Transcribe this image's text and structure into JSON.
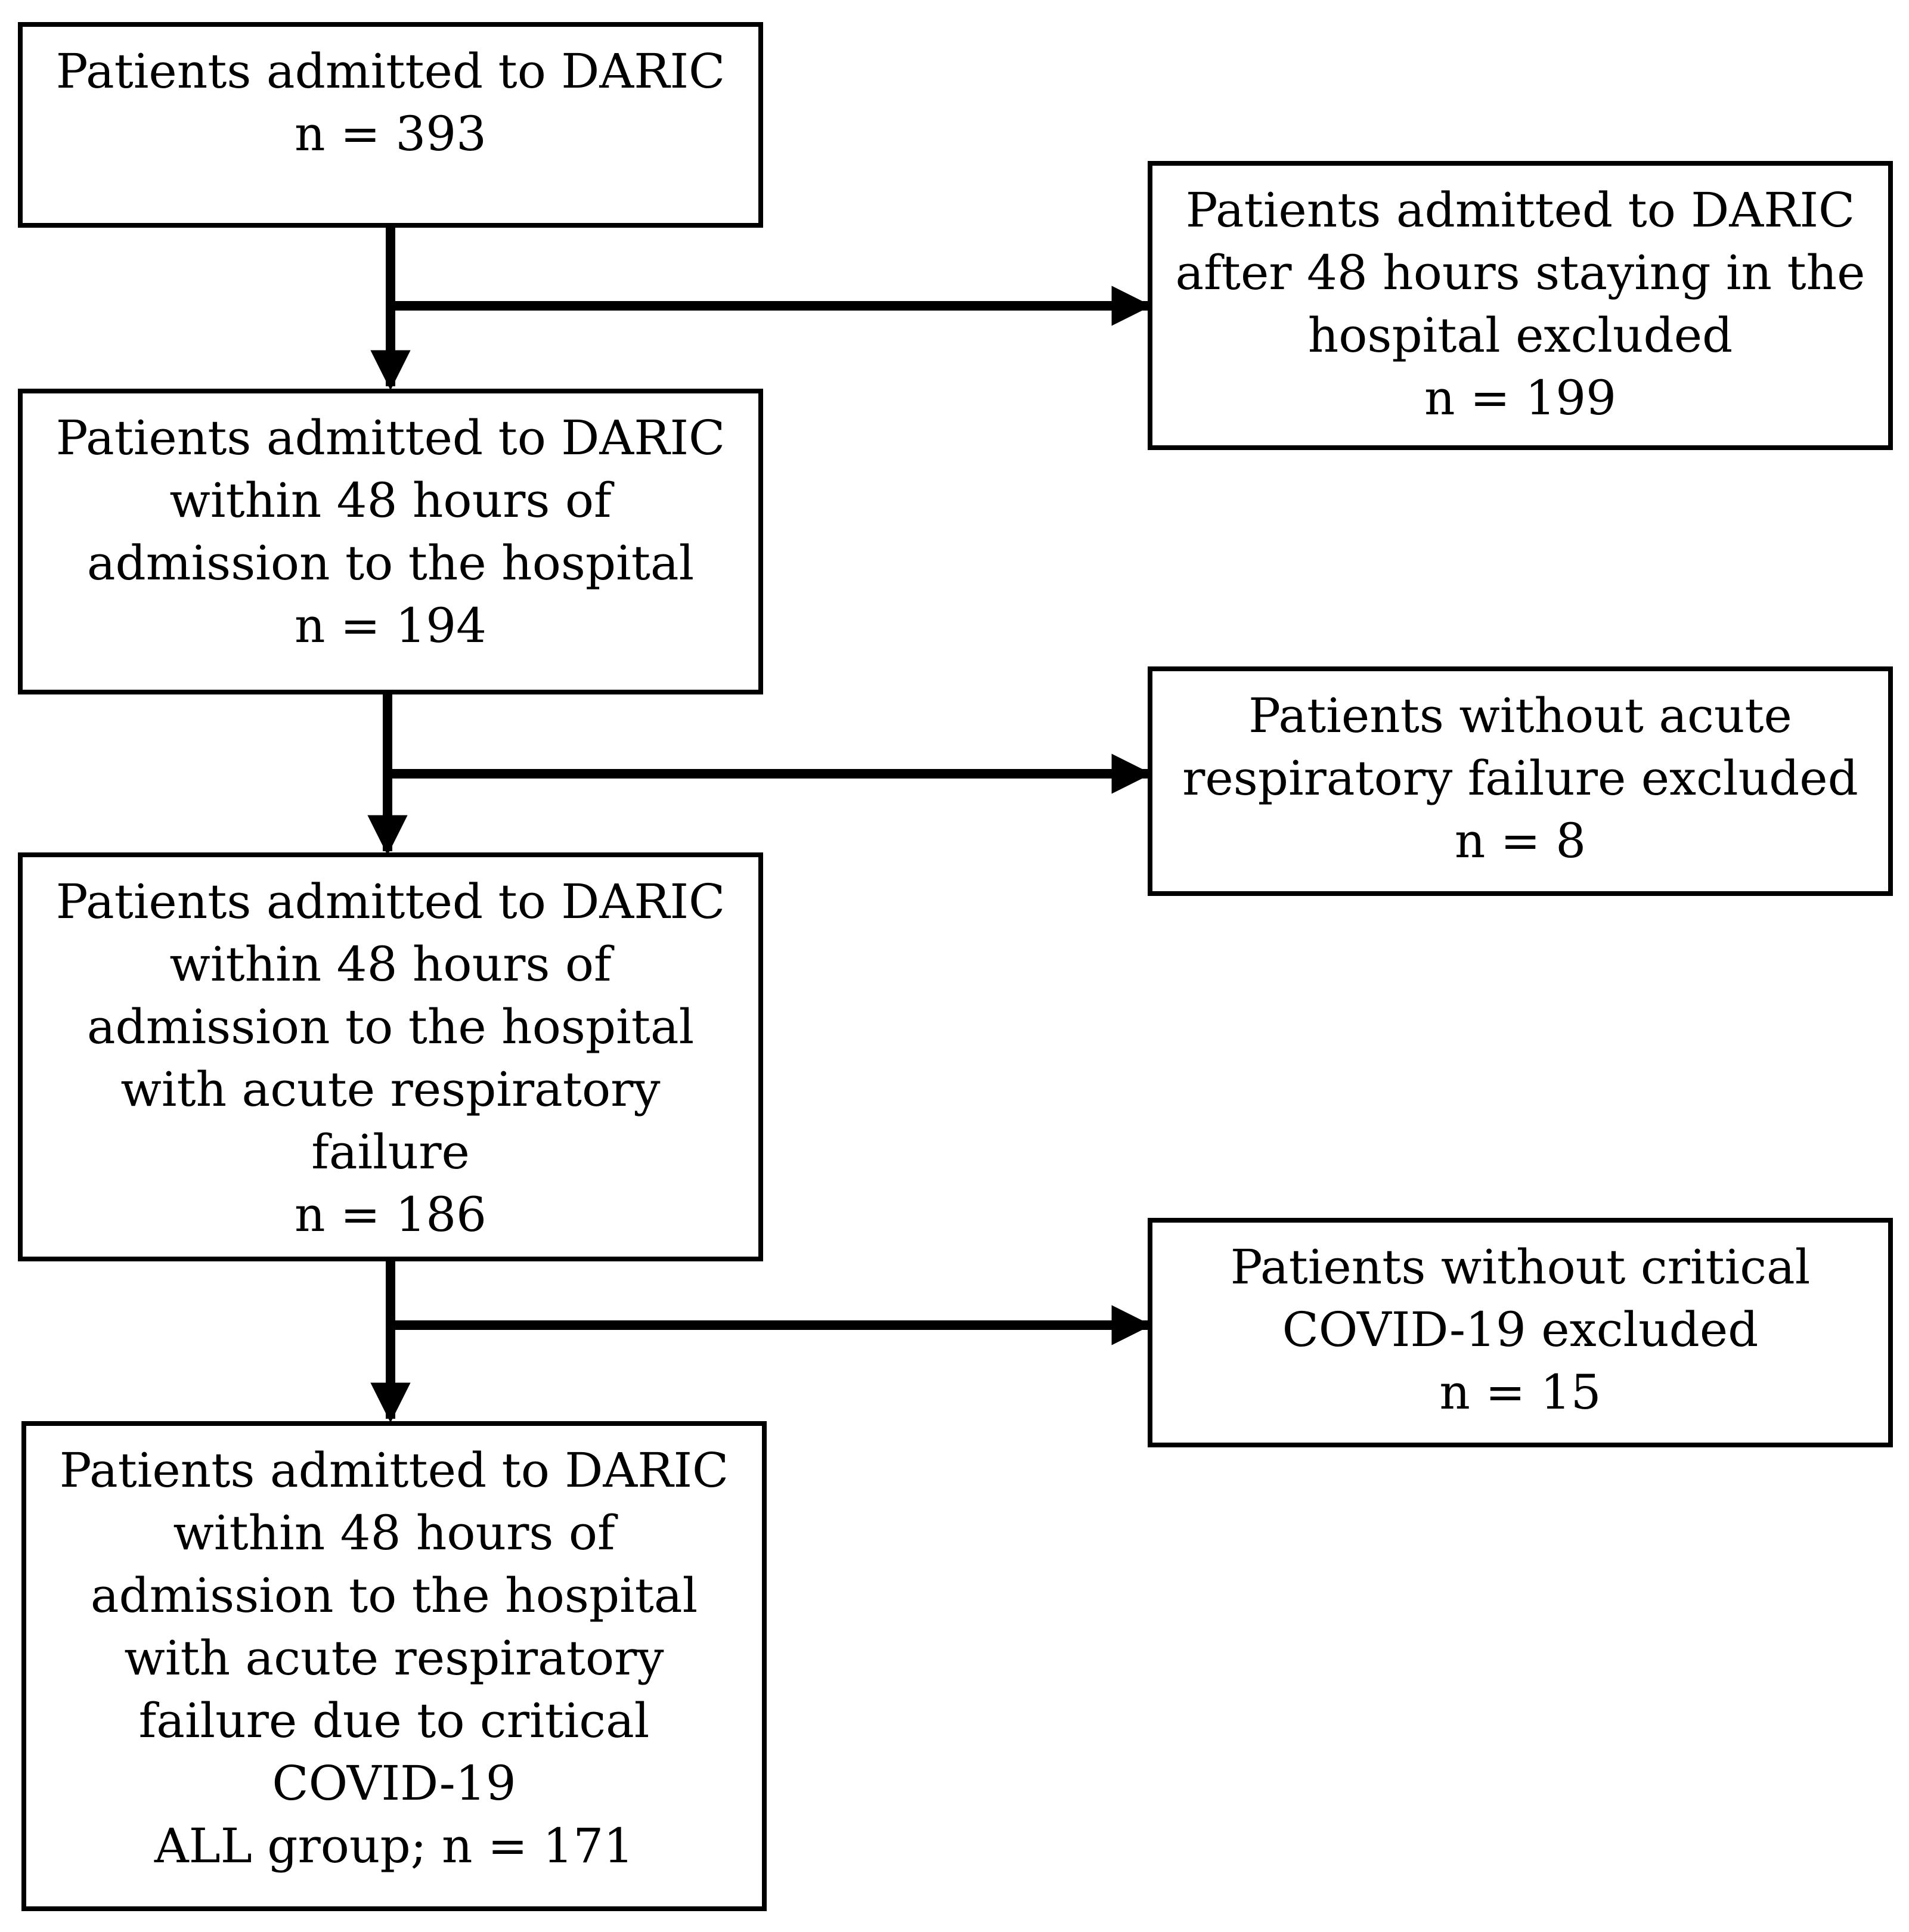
{
  "flowchart": {
    "main": [
      {
        "lines": [
          "Patients admitted to DARIC",
          "n = 393"
        ]
      },
      {
        "lines": [
          "Patients admitted to DARIC",
          "within 48 hours of",
          "admission to the hospital",
          "n = 194"
        ]
      },
      {
        "lines": [
          "Patients admitted to DARIC",
          "within 48 hours of",
          "admission to the hospital",
          "with acute respiratory",
          "failure",
          "n = 186"
        ]
      },
      {
        "lines": [
          "Patients admitted to DARIC",
          "within 48 hours of",
          "admission to the hospital",
          "with acute respiratory",
          "failure due to critical",
          "COVID-19",
          "ALL group; n = 171"
        ]
      }
    ],
    "excluded": [
      {
        "lines": [
          "Patients admitted to DARIC",
          "after 48 hours staying in the",
          "hospital  excluded",
          "n = 199"
        ]
      },
      {
        "lines": [
          "Patients without acute",
          "respiratory failure excluded",
          "n = 8"
        ]
      },
      {
        "lines": [
          "Patients without critical",
          "COVID-19 excluded",
          "n = 15"
        ]
      }
    ]
  },
  "colors": {
    "stroke": "#000000",
    "background": "#ffffff"
  }
}
